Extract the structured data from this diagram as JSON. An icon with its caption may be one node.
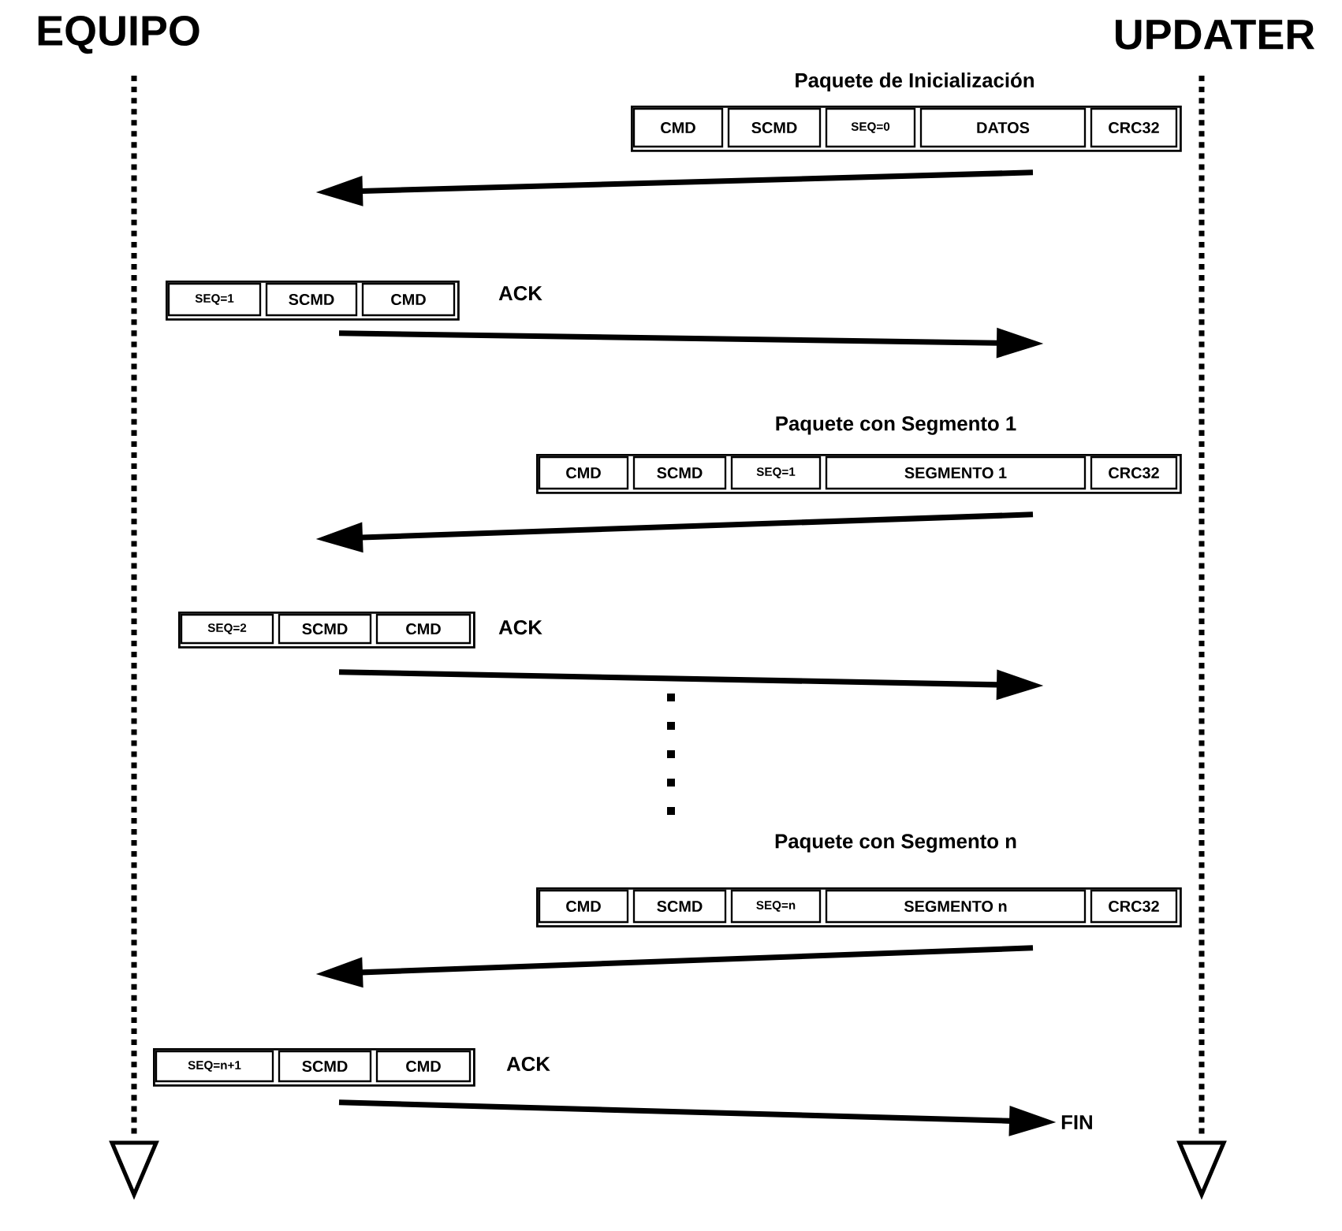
{
  "diagram": {
    "nodes": [
      {
        "text": [
          "EQUIPO"
        ]
      },
      {
        "text": [
          "UPDATER"
        ]
      },
      {
        "text": [
          "CMD",
          "SCMD",
          "SEQ=0",
          "DATOS",
          "CRC32"
        ],
        "beside": [
          "Paquete de Inicialización"
        ]
      },
      {
        "text": [
          "SEQ=1",
          "SCMD",
          "CMD"
        ],
        "beside": [
          "ACK"
        ]
      },
      {
        "text": [
          "CMD",
          "SCMD",
          "SEQ=1",
          "SEGMENTO 1",
          "CRC32"
        ],
        "beside": [
          "Paquete con Segmento 1"
        ]
      },
      {
        "text": [
          "SEQ=2",
          "SCMD",
          "CMD"
        ],
        "beside": [
          "ACK"
        ]
      },
      {
        "text": [
          "CMD",
          "SCMD",
          "SEQ=n",
          "SEGMENTO n",
          "CRC32"
        ],
        "beside": [
          "Paquete con Segmento n"
        ]
      },
      {
        "text": [
          "SEQ=n+1",
          "SCMD",
          "CMD"
        ],
        "beside": [
          "ACK"
        ]
      },
      {
        "text": [
          "FIN"
        ]
      }
    ],
    "edges": [
      {
        "from": 2,
        "to": null,
        "arrow": "to"
      },
      {
        "from": 3,
        "to": null,
        "arrow": "to"
      },
      {
        "from": 4,
        "to": null,
        "arrow": "to"
      },
      {
        "from": 5,
        "to": null,
        "arrow": "to"
      },
      {
        "from": 6,
        "to": null,
        "arrow": "to"
      },
      {
        "from": 7,
        "to": 8,
        "arrow": "to"
      }
    ]
  }
}
